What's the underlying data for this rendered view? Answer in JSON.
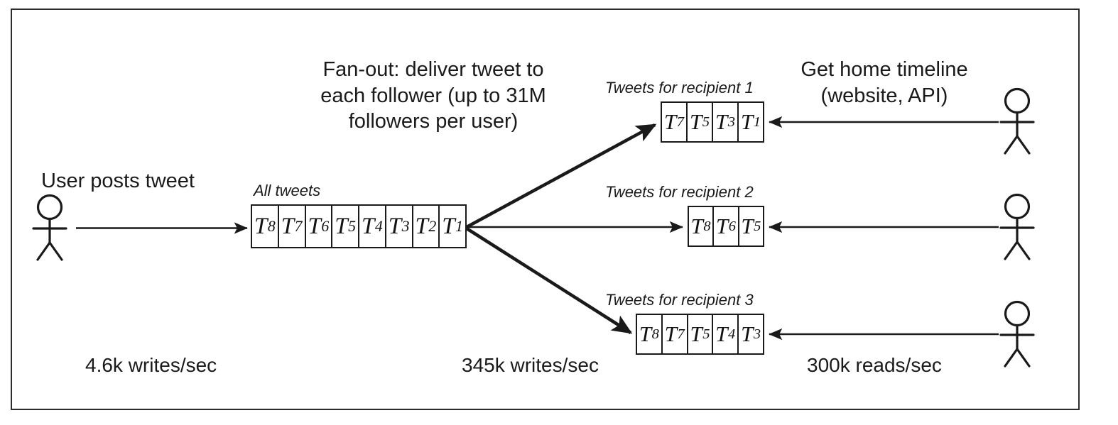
{
  "diagram": {
    "title_left": "User posts tweet",
    "fanout_note": "Fan-out: deliver tweet to\neach follower (up to 31M\nfollowers per user)",
    "read_note": "Get home timeline\n(website, API)",
    "all_tweets_label": "All tweets",
    "all_tweets_cells": [
      "T",
      "T",
      "T",
      "T",
      "T",
      "T",
      "T",
      "T"
    ],
    "all_tweets_ids": [
      "8",
      "7",
      "6",
      "5",
      "4",
      "3",
      "2",
      "1"
    ],
    "recipients": [
      {
        "label": "Tweets for recipient 1",
        "cells": [
          "7",
          "5",
          "3",
          "1"
        ]
      },
      {
        "label": "Tweets for recipient 2",
        "cells": [
          "8",
          "6",
          "5"
        ]
      },
      {
        "label": "Tweets for recipient 3",
        "cells": [
          "8",
          "7",
          "5",
          "4",
          "3"
        ]
      }
    ],
    "metrics": {
      "writes_in": "4.6k writes/sec",
      "writes_fanout": "345k writes/sec",
      "reads": "300k reads/sec"
    },
    "tweet_prefix": "T",
    "colors": {
      "ink": "#1a1a1a",
      "frame": "#2b2b2b",
      "background": "#ffffff"
    }
  }
}
